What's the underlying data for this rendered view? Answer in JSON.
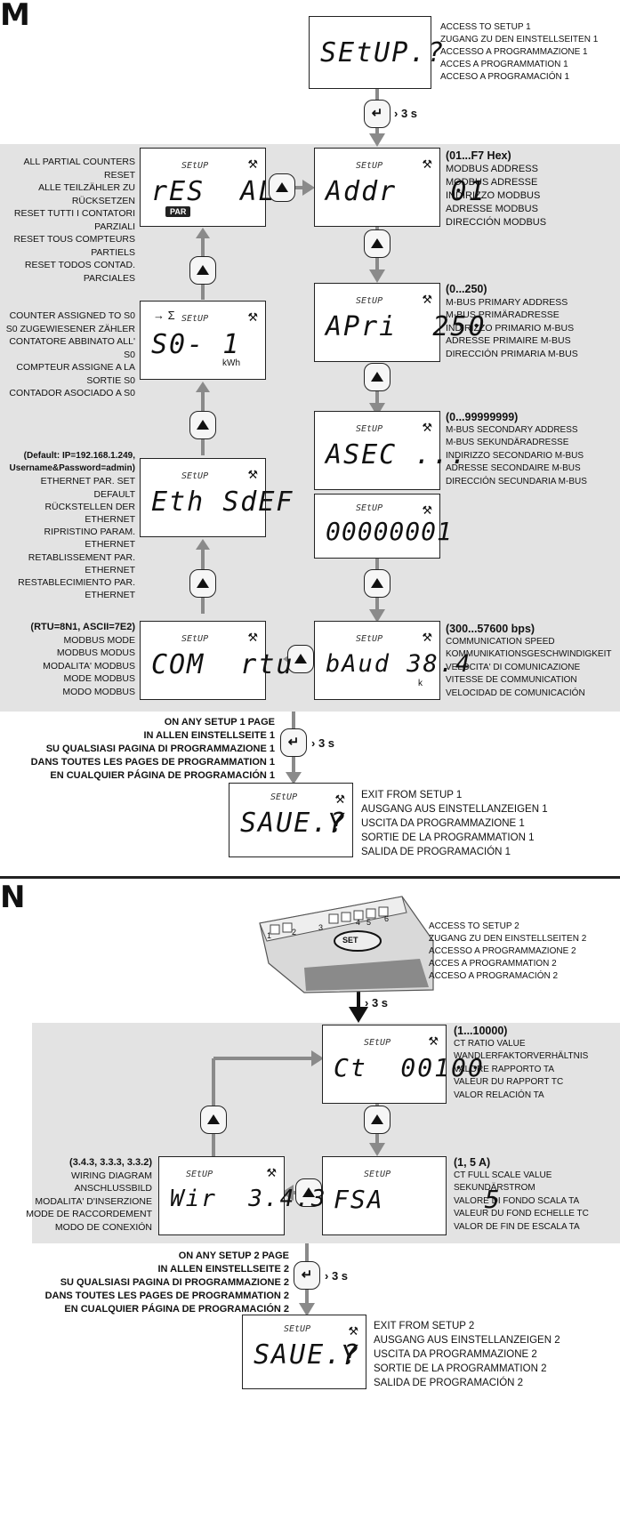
{
  "section_m": {
    "letter": "M",
    "access": {
      "display": "SEtUP.?",
      "lines": [
        "ACCESS TO SETUP 1",
        "ZUGANG ZU DEN EINSTELLSEITEN 1",
        "ACCESSO A PROGRAMMAZIONE 1",
        "ACCES A PROGRAMMATION 1",
        "ACCESO A PROGRAMACIÓN 1"
      ]
    },
    "hold": "› 3 s",
    "screen_caption": "SEtUP",
    "addr": {
      "display": "Addr   01",
      "head": "(01...F7 Hex)",
      "lines": [
        "MODBUS ADDRESS",
        "MODBUS ADRESSE",
        "INDIRIZZO MODBUS",
        "ADRESSE MODBUS",
        "DIRECCIÓN MODBUS"
      ]
    },
    "res": {
      "display": "rES  ALL",
      "badge": "PAR",
      "lines": [
        "ALL PARTIAL COUNTERS RESET",
        "ALLE TEILZÄHLER ZU RÜCKSETZEN",
        "RESET TUTTI I CONTATORI PARZIALI",
        "RESET TOUS COMPTEURS PARTIELS",
        "RESET TODOS CONTAD. PARCIALES"
      ]
    },
    "apri": {
      "display": "APri  250",
      "head": "(0...250)",
      "lines": [
        "M-BUS PRIMARY ADDRESS",
        "M-BUS PRIMÄRADRESSE",
        "INDIRIZZO PRIMARIO M-BUS",
        "ADRESSE PRIMAIRE M-BUS",
        "DIRECCIÓN PRIMARIA M-BUS"
      ]
    },
    "s0": {
      "display": "S0- 1",
      "sigma": "→ Σ",
      "unit": "kWh",
      "lines": [
        "COUNTER ASSIGNED TO S0",
        "S0 ZUGEWIESENER ZÄHLER",
        "CONTATORE ABBINATO ALL' S0",
        "COMPTEUR ASSIGNE A LA SORTIE S0",
        "CONTADOR ASOCIADO A S0"
      ]
    },
    "asec": {
      "display": "ASEC ...",
      "head": "(0...99999999)",
      "lines": [
        "M-BUS SECONDARY ADDRESS",
        "M-BUS SEKUNDÄRADRESSE",
        "INDIRIZZO SECONDARIO M-BUS",
        "ADRESSE SECONDAIRE M-BUS",
        "DIRECCIÓN SECUNDARIA M-BUS"
      ]
    },
    "asec_value": {
      "display": "00000001"
    },
    "eth": {
      "display": "Eth SdEF",
      "head1": "(Default: IP=192.168.1.249,",
      "head2": "Username&Password=admin)",
      "lines": [
        "ETHERNET PAR. SET DEFAULT",
        "RÜCKSTELLEN DER ETHERNET",
        "RIPRISTINO PARAM. ETHERNET",
        "RETABLISSEMENT PAR. ETHERNET",
        "RESTABLECIMIENTO PAR. ETHERNET"
      ]
    },
    "baud": {
      "display": "bAud 38.4",
      "unit": "k",
      "head": "(300...57600 bps)",
      "lines": [
        "COMMUNICATION SPEED",
        "KOMMUNIKATIONSGESCHWINDIGKEIT",
        "VELOCITA' DI COMUNICAZIONE",
        "VITESSE DE COMMUNICATION",
        "VELOCIDAD DE COMUNICACIÓN"
      ]
    },
    "com": {
      "display": "COM  rtu",
      "head": "(RTU=8N1, ASCII=7E2)",
      "lines": [
        "MODBUS MODE",
        "MODBUS MODUS",
        "MODALITA' MODBUS",
        "MODE MODBUS",
        "MODO MODBUS"
      ]
    },
    "any_page": [
      "ON ANY SETUP 1 PAGE",
      "IN ALLEN EINSTELLSEITE 1",
      "SU QUALSIASI PAGINA DI PROGRAMMAZIONE 1",
      "DANS TOUTES LES PAGES DE PROGRAMMATION 1",
      "EN CUALQUIER PÁGINA DE PROGRAMACIÓN 1"
    ],
    "save": {
      "display": "SAUE.?",
      "answer": "Y",
      "lines": [
        "EXIT FROM SETUP 1",
        "AUSGANG AUS EINSTELLANZEIGEN 1",
        "USCITA DA PROGRAMMAZIONE 1",
        "SORTIE DE LA PROGRAMMATION 1",
        "SALIDA DE PROGRAMACIÓN 1"
      ]
    }
  },
  "section_n": {
    "letter": "N",
    "set_label": "SET",
    "terminals": [
      "1",
      "2",
      "3",
      "4",
      "5",
      "6"
    ],
    "access_lines": [
      "ACCESS TO SETUP 2",
      "ZUGANG ZU DEN EINSTELLSEITEN 2",
      "ACCESSO A PROGRAMMAZIONE 2",
      "ACCES A PROGRAMMATION 2",
      "ACCESO A PROGRAMACIÓN 2"
    ],
    "hold": "› 3 s",
    "screen_caption": "SEtUP",
    "ct": {
      "display": "Ct  00100",
      "head": "(1...10000)",
      "lines": [
        "CT RATIO VALUE",
        "WANDLERFAKTORVERHÄLTNIS",
        "VALORE RAPPORTO TA",
        "VALEUR DU RAPPORT TC",
        "VALOR RELACIÓN TA"
      ]
    },
    "fsa": {
      "display": "FSA      5",
      "head": "(1, 5 A)",
      "lines": [
        "CT FULL SCALE VALUE",
        "SEKUNDÄRSTROM",
        "VALORE DI FONDO SCALA TA",
        "VALEUR DU FOND ECHELLE TC",
        "VALOR DE FIN DE ESCALA TA"
      ]
    },
    "wir": {
      "display": "Wir  3.4.3",
      "head": "(3.4.3, 3.3.3, 3.3.2)",
      "lines": [
        "WIRING DIAGRAM",
        "ANSCHLUSSBILD",
        "MODALITA' D'INSERZIONE",
        "MODE DE RACCORDEMENT",
        "MODO DE CONEXIÓN"
      ]
    },
    "any_page": [
      "ON ANY SETUP 2 PAGE",
      "IN ALLEN EINSTELLSEITE 2",
      "SU QUALSIASI PAGINA DI PROGRAMMAZIONE 2",
      "DANS TOUTES LES PAGES DE PROGRAMMATION 2",
      "EN CUALQUIER PÁGINA DE PROGRAMACIÓN 2"
    ],
    "save": {
      "display": "SAUE.?",
      "answer": "Y",
      "lines": [
        "EXIT FROM SETUP 2",
        "AUSGANG AUS EINSTELLANZEIGEN 2",
        "USCITA DA PROGRAMMAZIONE 2",
        "SORTIE DE LA PROGRAMMATION 2",
        "SALIDA DE PROGRAMACIÓN 2"
      ]
    }
  },
  "icons": {
    "enter": "enter-button-icon",
    "up": "up-button-icon",
    "tool": "wrench-screwdriver-icon"
  }
}
